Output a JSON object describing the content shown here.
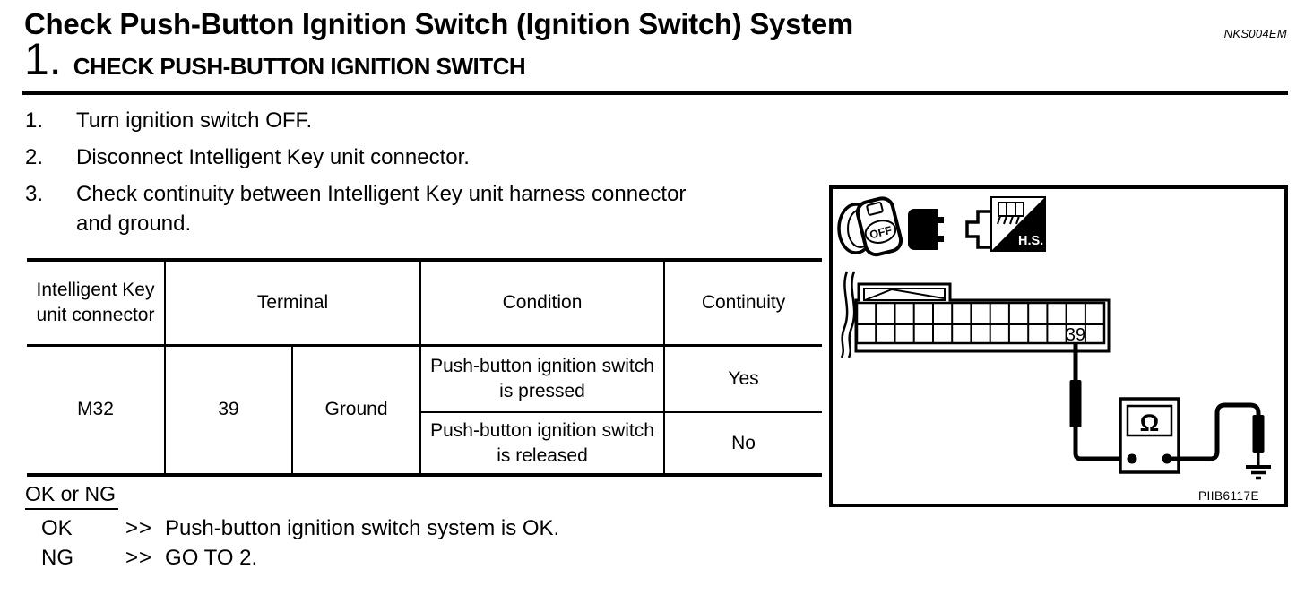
{
  "page": {
    "title": "Check Push-Button Ignition Switch (Ignition Switch) System",
    "doc_code": "NKS004EM",
    "step_number": "1.",
    "step_heading": "CHECK PUSH-BUTTON IGNITION SWITCH"
  },
  "procedure": {
    "steps": [
      {
        "num": "1.",
        "lines": [
          "Turn ignition switch OFF."
        ]
      },
      {
        "num": "2.",
        "lines": [
          "Disconnect Intelligent Key unit connector."
        ]
      },
      {
        "num": "3.",
        "lines": [
          "Check continuity between Intelligent Key unit harness connector",
          "and ground."
        ]
      }
    ]
  },
  "continuity_table": {
    "headers": {
      "connector": "Intelligent Key unit connector",
      "terminal": "Terminal",
      "condition": "Condition",
      "continuity": "Continuity"
    },
    "connector_value": "M32",
    "terminal_value": "39",
    "terminal_reference": "Ground",
    "conditions": [
      {
        "condition": "Push-button ignition switch is pressed",
        "continuity": "Yes"
      },
      {
        "condition": "Push-button ignition switch is released",
        "continuity": "No"
      }
    ]
  },
  "result": {
    "label": "OK or NG",
    "outcomes": [
      {
        "name": "OK",
        "arrow": ">>",
        "text": "Push-button ignition switch system is OK."
      },
      {
        "name": "NG",
        "arrow": ">>",
        "text": "GO TO 2."
      }
    ]
  },
  "diagram": {
    "figure_id": "PIIB6117E",
    "pin_label": "39",
    "ignition_switch_label": "OFF",
    "hs_label": "H.S.",
    "meter_symbol": "Ω"
  }
}
